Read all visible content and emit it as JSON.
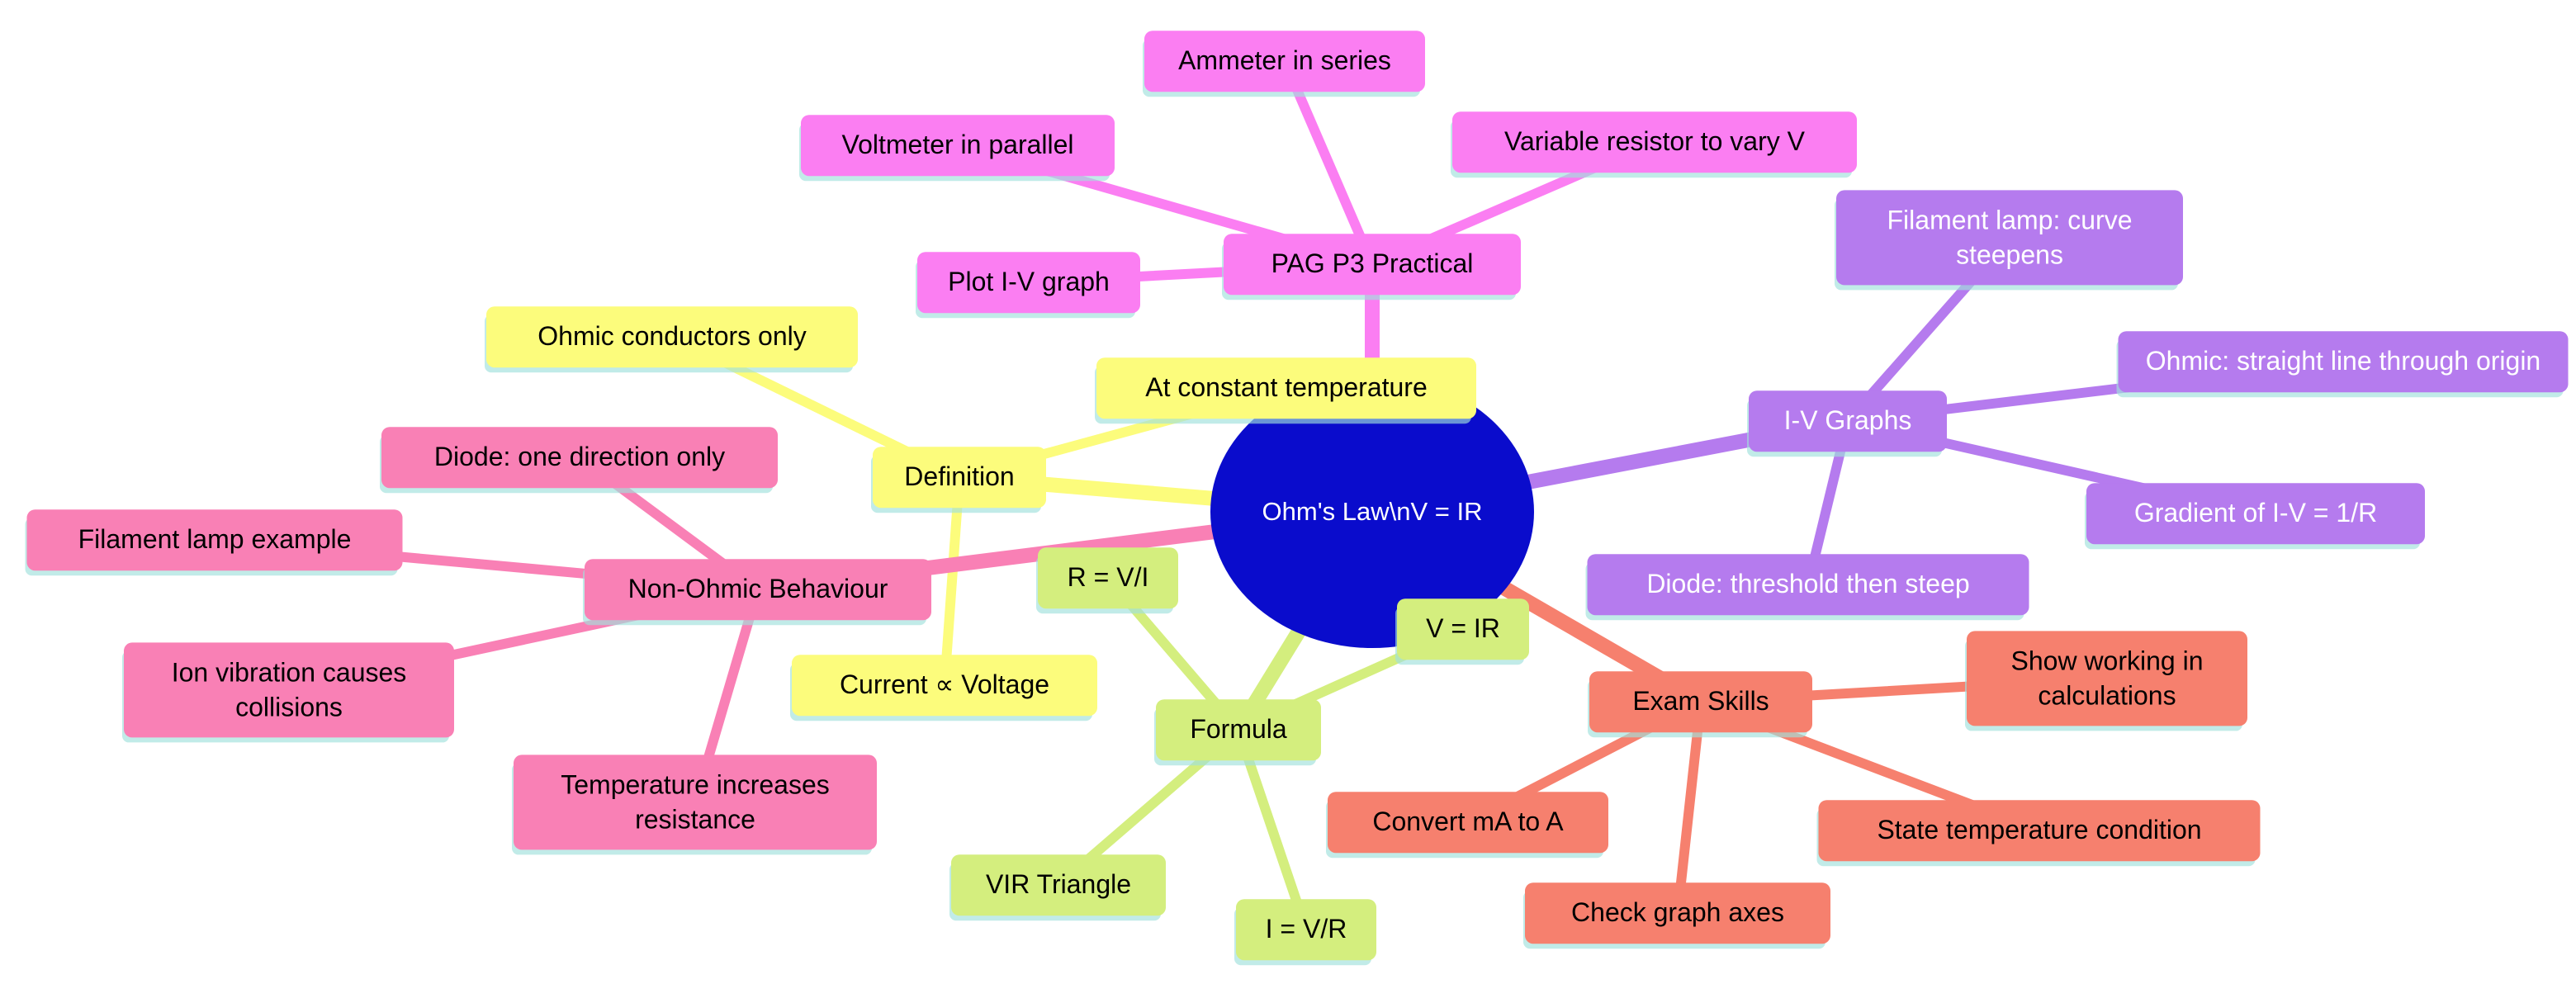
{
  "root": {
    "label": "Ohm's Law\\nV = IR",
    "bg": "#0a0ccc",
    "text_color": "#ffffff"
  },
  "branches": [
    {
      "label": "PAG P3 Practical",
      "color": "#fb7ef2",
      "text_color": "#000000",
      "children": [
        "Ammeter in series",
        "Voltmeter in parallel",
        "Variable resistor to vary V",
        "Plot I-V graph"
      ]
    },
    {
      "label": "Definition",
      "color": "#fcfc7c",
      "text_color": "#000000",
      "children": [
        "Ohmic conductors only",
        "At constant temperature",
        "Current ∝ Voltage"
      ]
    },
    {
      "label": "Non-Ohmic Behaviour",
      "color": "#f980b5",
      "text_color": "#000000",
      "children": [
        "Diode: one direction only",
        "Filament lamp example",
        "Ion vibration causes collisions",
        "Temperature increases resistance"
      ]
    },
    {
      "label": "I-V Graphs",
      "color": "#b57bee",
      "text_color": "#ffffff",
      "children": [
        "Filament lamp: curve steepens",
        "Ohmic: straight line through origin",
        "Gradient of I-V = 1/R",
        "Diode: threshold then steep"
      ]
    },
    {
      "label": "Formula",
      "color": "#d4ee7e",
      "text_color": "#000000",
      "children": [
        "R = V/I",
        "V = IR",
        "VIR Triangle",
        "I = V/R"
      ]
    },
    {
      "label": "Exam Skills",
      "color": "#f6806e",
      "text_color": "#000000",
      "children": [
        "Show working in calculations",
        "Convert mA to A",
        "State temperature condition",
        "Check graph axes"
      ]
    }
  ]
}
